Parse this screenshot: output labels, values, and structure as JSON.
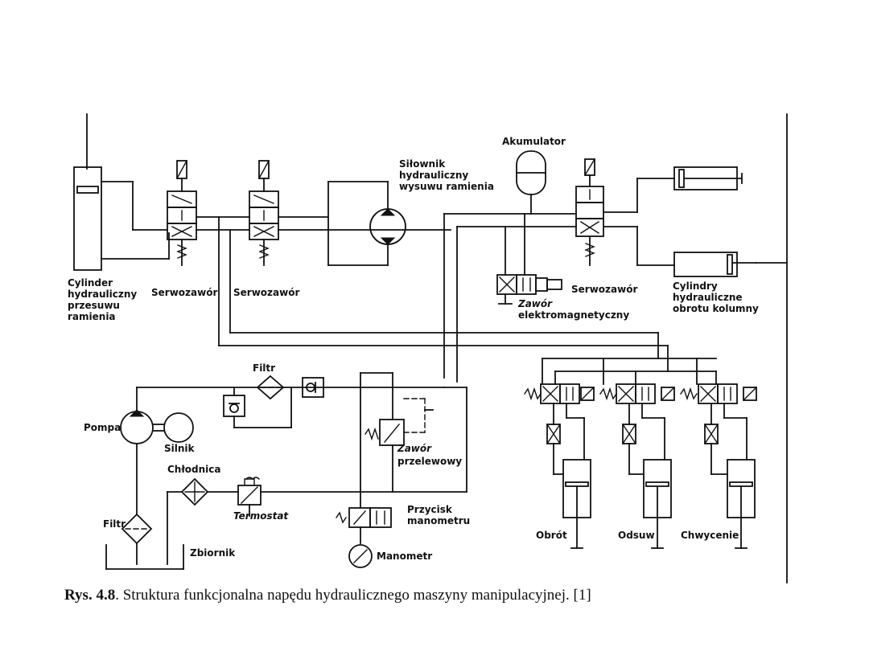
{
  "labels": {
    "akumulator": "Akumulator",
    "silownik": [
      "Siłownik",
      "hydrauliczny",
      "wysuwu ramienia"
    ],
    "cylinder": [
      "Cylinder",
      "hydrauliczny",
      "przesuwu",
      "ramienia"
    ],
    "serwozawor_1": "Serwozawór",
    "serwozawor_2": "Serwozawór",
    "serwozawor_3": "Serwozawór",
    "zawor_elektro": [
      "Zawór",
      "elektromagnetyczny"
    ],
    "cylindry": [
      "Cylindry",
      "hydrauliczne",
      "obrotu kolumny"
    ],
    "filtr_top": "Filtr",
    "pompa": "Pompa",
    "silnik": "Silnik",
    "chlodnica": "Chłodnica",
    "termostat": "Termostat",
    "filtr_bottom": "Filtr",
    "zbiornik": "Zbiornik",
    "zawor_przelewowy": [
      "Zawór",
      "przelewowy"
    ],
    "przycisk": [
      "Przycisk",
      "manometru"
    ],
    "manometr": "Manometr",
    "obrot": "Obrót",
    "odsuw": "Odsuw",
    "chwycenie": "Chwycenie"
  },
  "caption": {
    "figure": "Rys. 4.8",
    "text": ". Struktura funkcjonalna napędu hydraulicznego maszyny manipulacyjnej. [1]"
  }
}
